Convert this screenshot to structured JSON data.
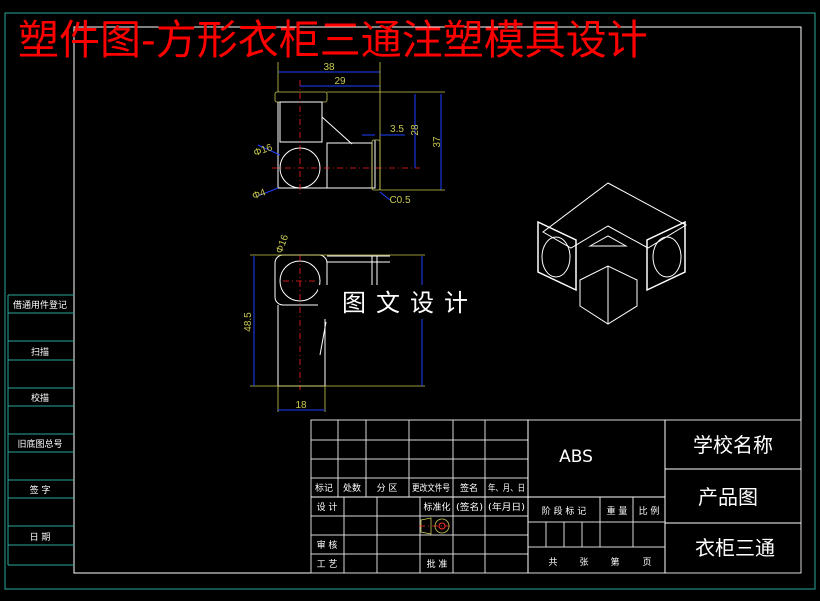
{
  "title": "塑件图-方形衣柜三通注塑模具设计",
  "watermark": "图文设计",
  "colors": {
    "title": "#ff0000",
    "frame_outer": "#2aa89a",
    "frame_inner": "#ffffff",
    "dimension": "#c8c850",
    "dimension_line": "#2040ff",
    "centerline": "#ff2020",
    "background": "#000000"
  },
  "side_column": [
    "借通用件登记",
    "扫描",
    "校描",
    "旧底图总号",
    "签 字",
    "日 期"
  ],
  "dimensions": {
    "top_view": [
      "38",
      "29",
      "3.5",
      "28",
      "37",
      "Φ16",
      "Φ4",
      "C0.5"
    ],
    "front_view": [
      "Φ16",
      "48.5",
      "18"
    ]
  },
  "title_block": {
    "rev_headers": [
      "标记",
      "处数",
      "分 区",
      "更改文件号",
      "签名",
      "年、月、日"
    ],
    "sign_rows": {
      "design": "设 计",
      "standard": "标准化",
      "sign": "(签名)",
      "date": "(年月日)",
      "review": "审 核",
      "process": "工 艺",
      "approve": "批 准"
    },
    "material": "ABS",
    "stage_headers": [
      "阶 段 标 记",
      "重 量",
      "比 例"
    ],
    "sheet_labels": [
      "共",
      "张",
      "第",
      "页"
    ],
    "school": "学校名称",
    "drawing_type": "产品图",
    "part_name": "衣柜三通"
  }
}
